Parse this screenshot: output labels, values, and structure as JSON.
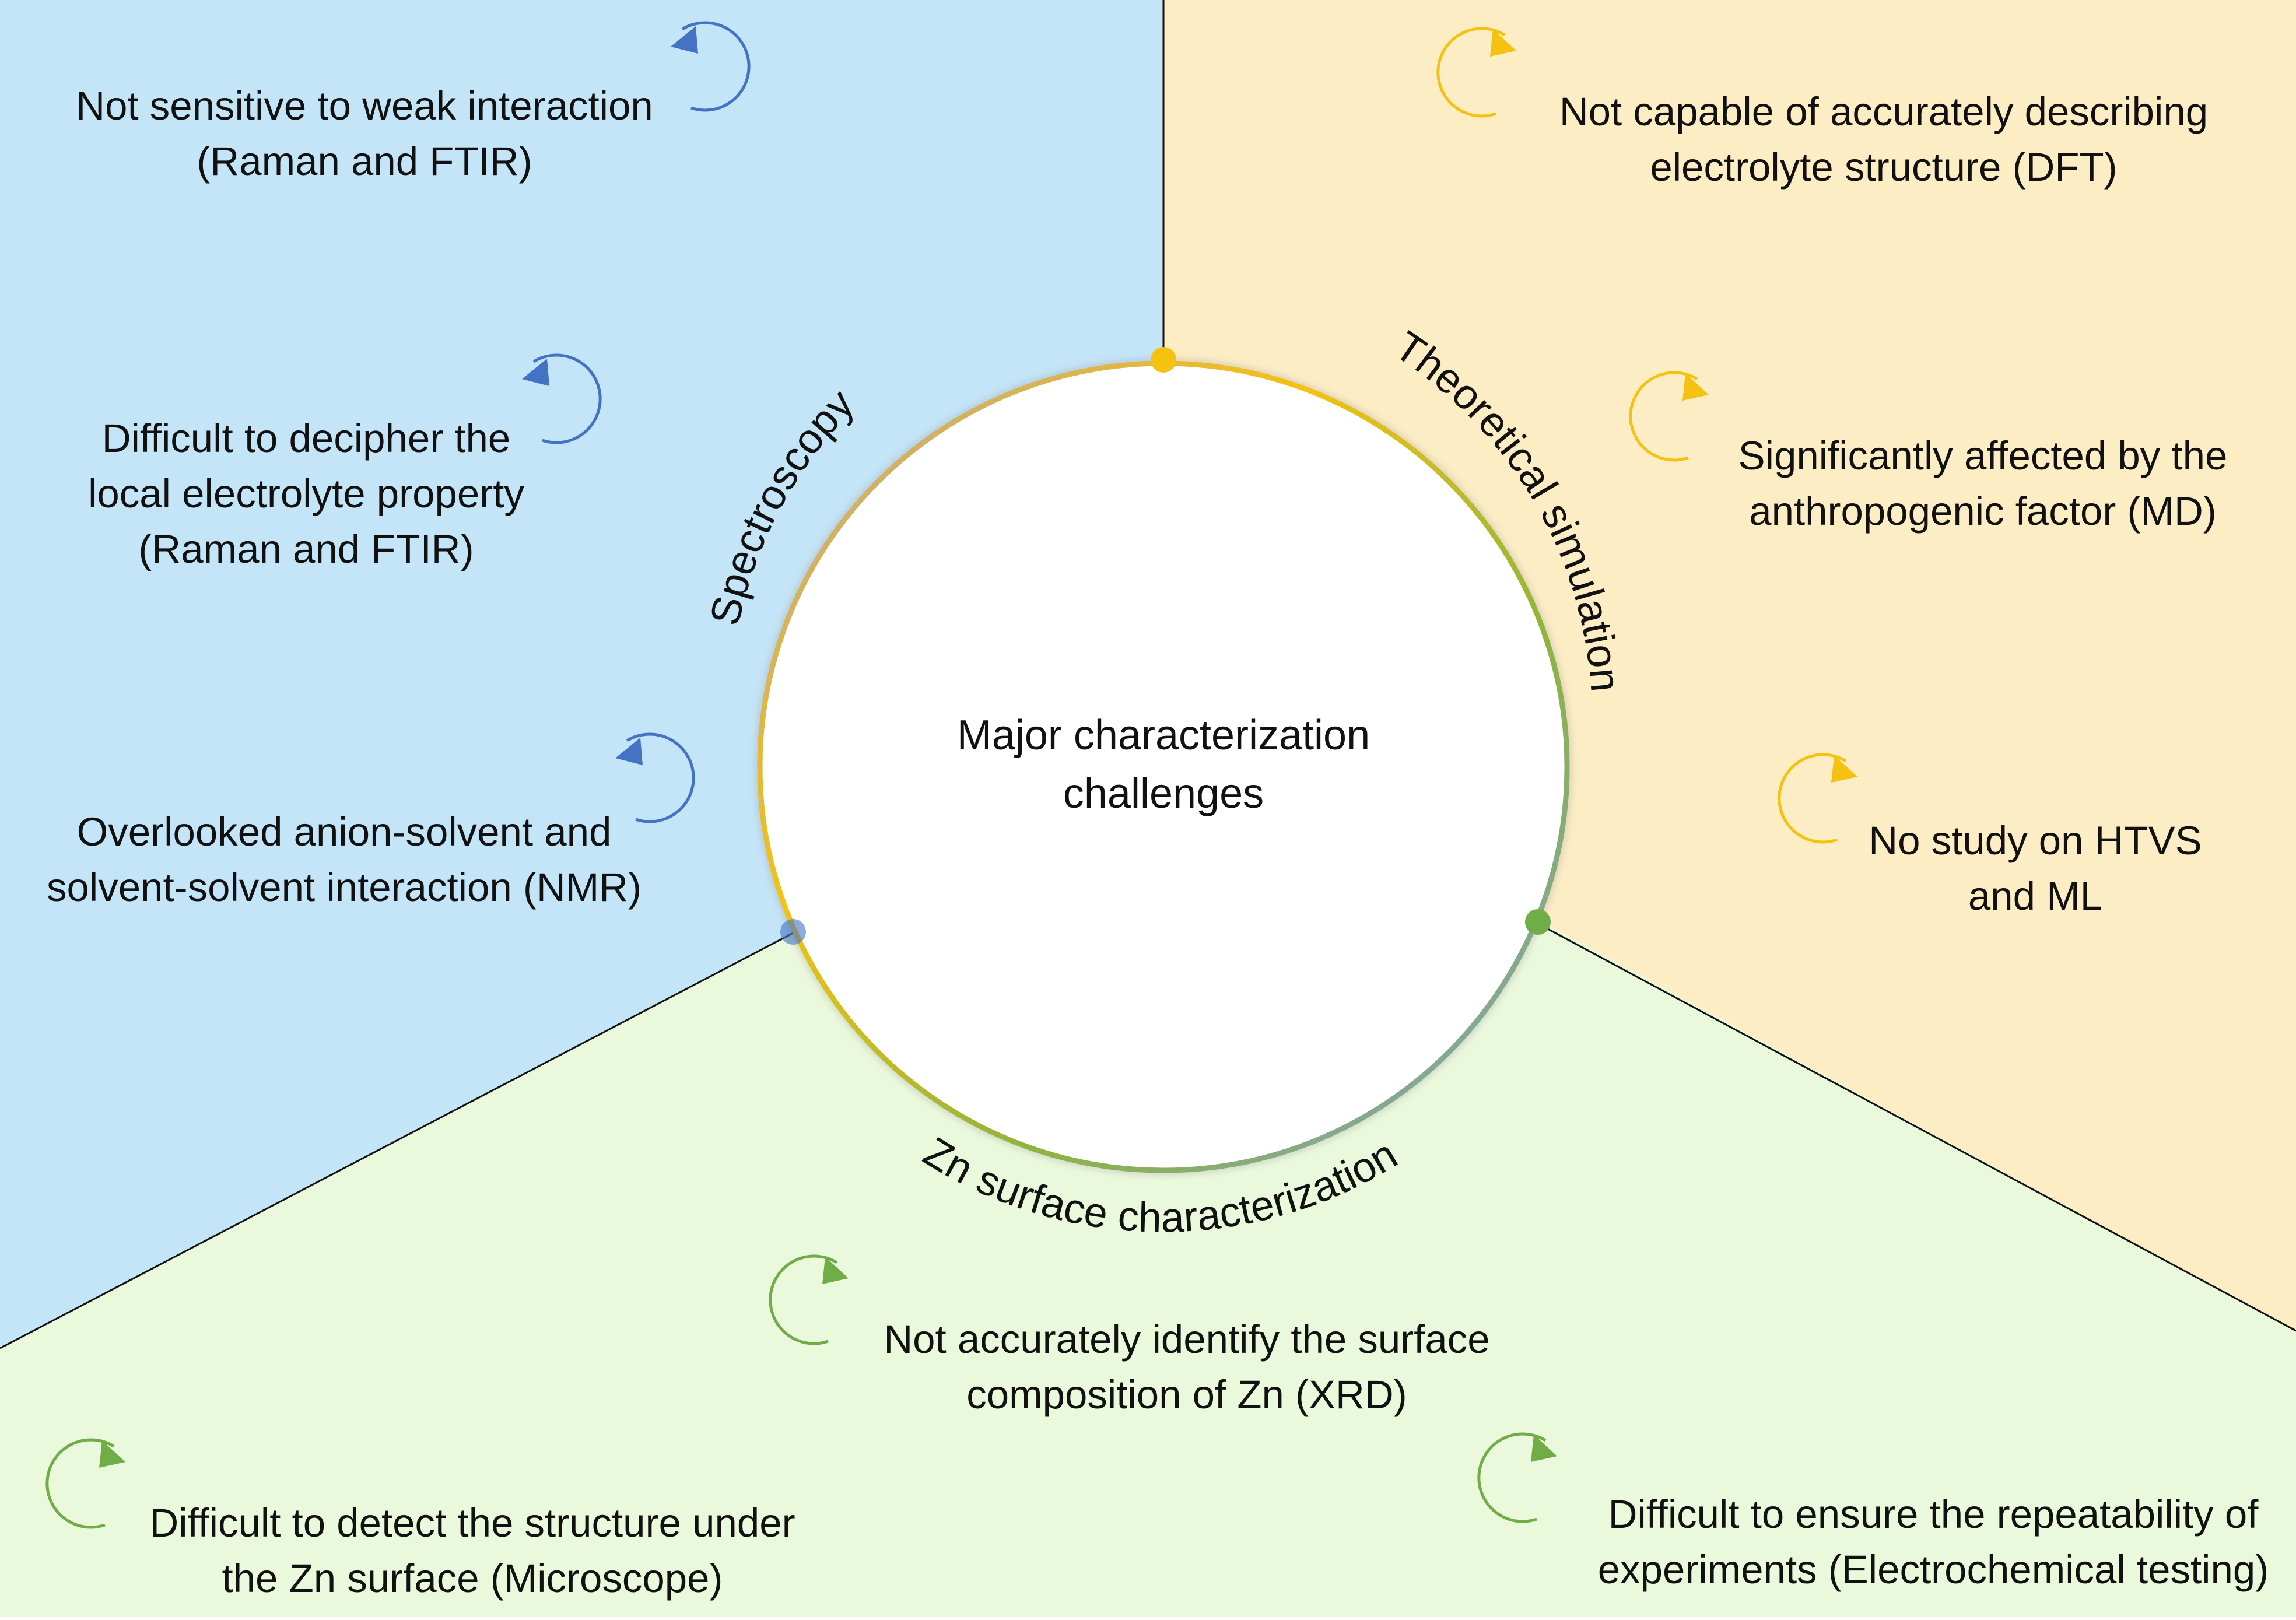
{
  "center": {
    "line1": "Major characterization",
    "line2": "challenges"
  },
  "categories": {
    "spectroscopy": {
      "label": "Spectroscopy"
    },
    "theoretical": {
      "label": "Theoretical simulation"
    },
    "zn_surface": {
      "label": "Zn surface characterization"
    }
  },
  "colors": {
    "spectroscopy_bg": "#c4e5f7",
    "theoretical_bg": "#fdedc4",
    "zn_surface_bg": "#eaf8dc",
    "spectroscopy_accent": "#4472c4",
    "theoretical_accent": "#f5c211",
    "zn_surface_accent": "#70ad47",
    "divider": "#111111"
  },
  "items": {
    "spectroscopy": [
      {
        "lines": [
          "Not sensitive to weak interaction",
          "(Raman and FTIR)"
        ],
        "icon": "rotate-arrow-icon"
      },
      {
        "lines": [
          "Difficult to decipher the",
          "local electrolyte property",
          "(Raman and FTIR)"
        ],
        "icon": "rotate-arrow-icon"
      },
      {
        "lines": [
          "Overlooked anion-solvent and",
          "solvent-solvent interaction (NMR)"
        ],
        "icon": "rotate-arrow-icon"
      }
    ],
    "theoretical": [
      {
        "lines": [
          "Not capable of accurately describing",
          "electrolyte structure (DFT)"
        ],
        "icon": "rotate-arrow-icon"
      },
      {
        "lines": [
          "Significantly affected by the",
          "anthropogenic factor (MD)"
        ],
        "icon": "rotate-arrow-icon"
      },
      {
        "lines": [
          "No study on HTVS",
          "and ML"
        ],
        "icon": "rotate-arrow-icon"
      }
    ],
    "zn_surface": [
      {
        "lines": [
          "Not accurately identify the surface",
          "composition of Zn (XRD)"
        ],
        "icon": "rotate-arrow-icon"
      },
      {
        "lines": [
          "Difficult to detect the structure under",
          "the Zn surface (Microscope)"
        ],
        "icon": "rotate-arrow-icon"
      },
      {
        "lines": [
          "Difficult to ensure the repeatability of",
          "experiments (Electrochemical testing)"
        ],
        "icon": "rotate-arrow-icon"
      }
    ]
  }
}
